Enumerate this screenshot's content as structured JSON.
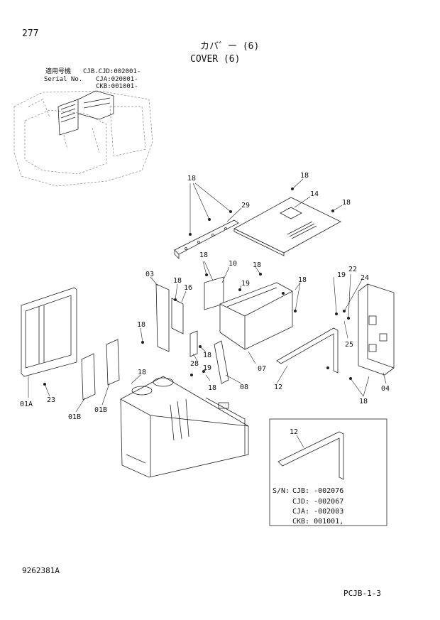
{
  "page_number": "277",
  "title_jp": "カバ゛ー (6)",
  "title_en": "COVER (6)",
  "serial": {
    "label_jp": "適用号機",
    "label_en": "Serial No.",
    "lines": [
      "CJB.CJD:002001-",
      "CJA:020001-",
      "CKB:001001-"
    ]
  },
  "callouts": {
    "c18a": "18",
    "c18b": "18",
    "c18c": "18",
    "c18d": "18",
    "c18e": "18",
    "c18f": "18",
    "c18g": "18",
    "c18h": "18",
    "c18i": "18",
    "c18j": "18",
    "c18k": "18",
    "c18l": "18",
    "c14": "14",
    "c29": "29",
    "c10": "10",
    "c03": "03",
    "c16": "16",
    "c19a": "19",
    "c19b": "19",
    "c19c": "19",
    "c22": "22",
    "c24": "24",
    "c25": "25",
    "c07": "07",
    "c12": "12",
    "c04": "04",
    "c28": "28",
    "c08": "08",
    "c23": "23",
    "c01A": "01A",
    "c01B1": "01B",
    "c01B2": "01B",
    "c12inset": "12"
  },
  "inset_serial": {
    "sn": "S/N:",
    "rows": [
      "CJB: -002076",
      "CJD: -002067",
      "CJA: -002003",
      "CKB: 001001,"
    ]
  },
  "drawing_number": "9262381A",
  "page_code": "PCJB-1-3"
}
